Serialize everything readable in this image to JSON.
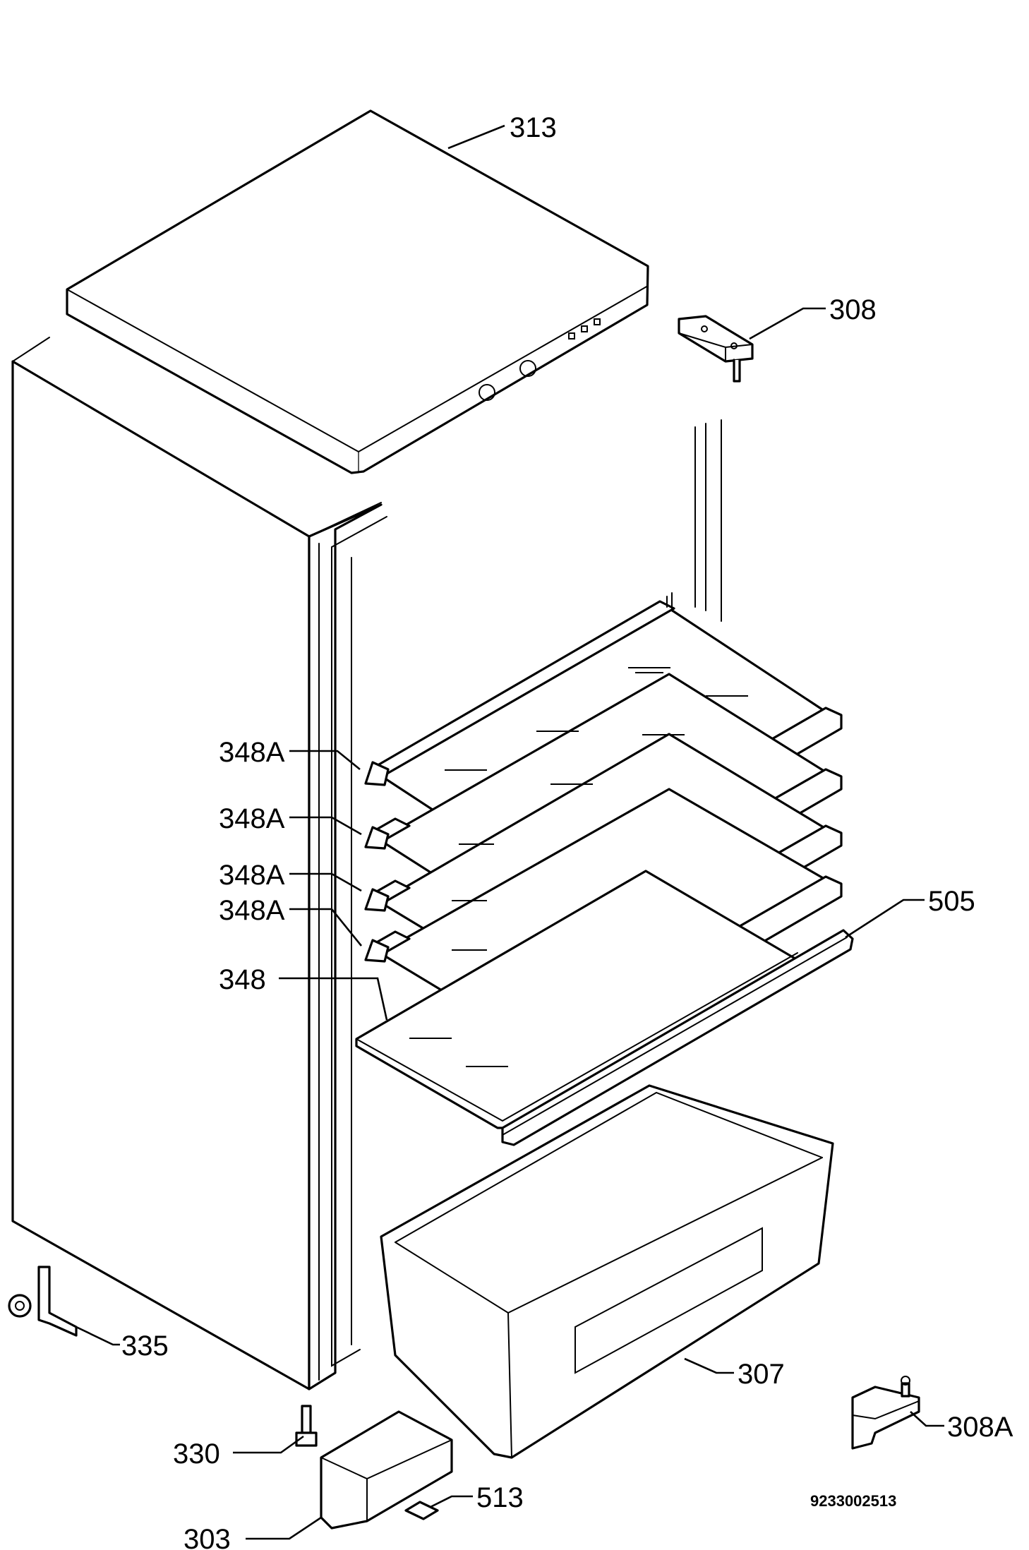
{
  "callouts": {
    "p313": "313",
    "p308": "308",
    "p348a_1": "348A",
    "p348a_2": "348A",
    "p348a_3": "348A",
    "p348a_4": "348A",
    "p348": "348",
    "p505": "505",
    "p335": "335",
    "p307": "307",
    "p330": "330",
    "p513": "513",
    "p303": "303",
    "p308a": "308A"
  },
  "document_number": "9233002513",
  "colors": {
    "line": "#000000",
    "background": "#ffffff"
  }
}
